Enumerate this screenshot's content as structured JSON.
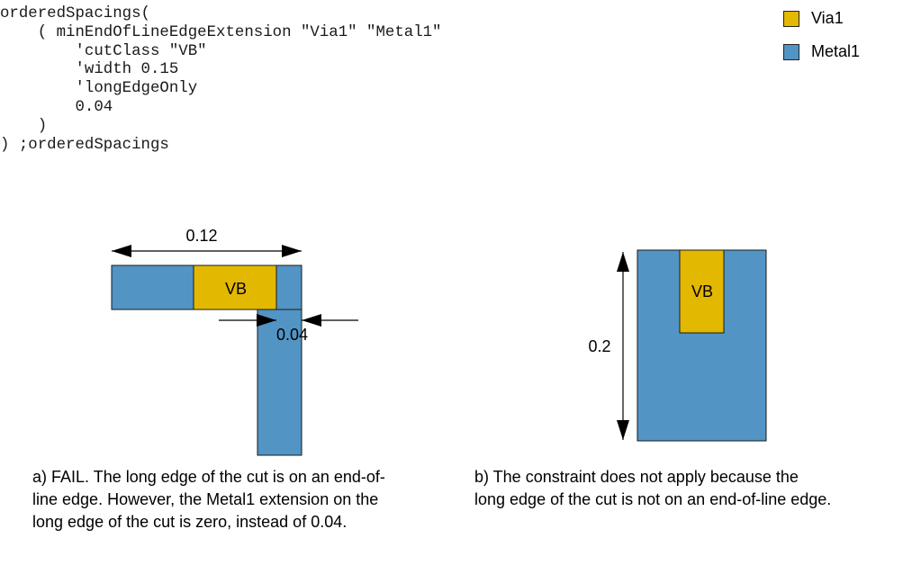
{
  "code": {
    "lines": [
      "orderedSpacings(",
      "    ( minEndOfLineEdgeExtension \"Via1\" \"Metal1\"",
      "        'cutClass \"VB\"",
      "        'width 0.15",
      "        'longEdgeOnly",
      "        0.04",
      "    )",
      ") ;orderedSpacings"
    ]
  },
  "legend": [
    {
      "label": "Via1",
      "color": "#e3b800"
    },
    {
      "label": "Metal1",
      "color": "#5294c4"
    }
  ],
  "colors": {
    "metal": "#5294c4",
    "via": "#e3b800",
    "outline": "#1a1a1a"
  },
  "diagram_a": {
    "via_label": "VB",
    "width_dim": "0.12",
    "extension_dim": "0.04",
    "caption_lines": [
      "a) FAIL. The long edge of the cut is on an end-of-",
      "line edge. However, the Metal1 extension on the",
      "long edge of the cut is zero, instead of 0.04."
    ]
  },
  "diagram_b": {
    "via_label": "VB",
    "height_dim": "0.2",
    "caption_lines": [
      "b) The constraint does not apply because the",
      "long edge of the cut is not on an end-of-line edge."
    ]
  }
}
